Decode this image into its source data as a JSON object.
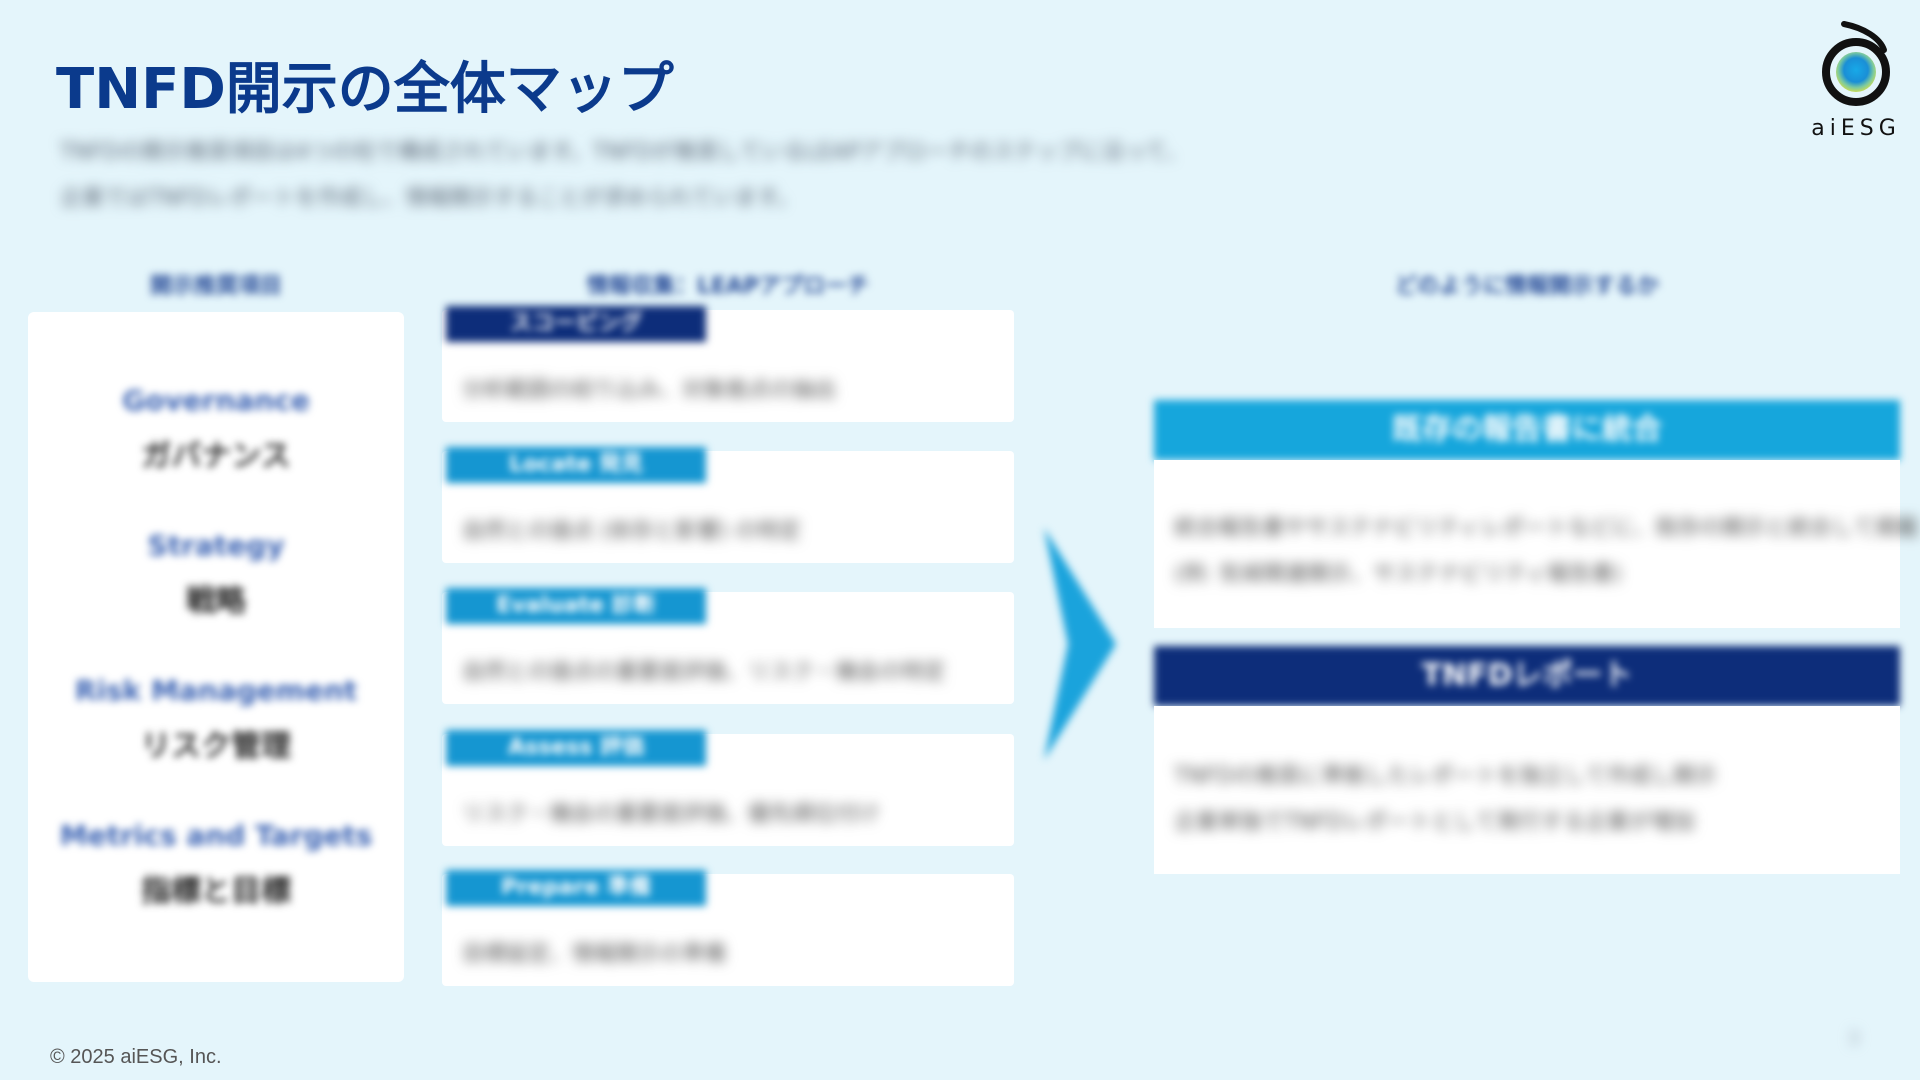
{
  "slide": {
    "title": "TNFD開示の全体マップ",
    "subtitle_lines": [
      "TNFDの開示推奨項目は4つの柱で構成されています。TNFDが推奨しているLEAPアプローチのステップに沿って、",
      "企業ではTNFDレポートを作成し、情報開示することが求められています。"
    ]
  },
  "logo": {
    "text": "aiESG",
    "icon": "aiesg-logo-icon"
  },
  "columns": {
    "left_header": "開示推奨項目",
    "middle_header": "情報収集：LEAPアプローチ",
    "right_header": "どのように情報開示するか"
  },
  "pillars": [
    {
      "en": "Governance",
      "jp": "ガバナンス"
    },
    {
      "en": "Strategy",
      "jp": "戦略"
    },
    {
      "en": "Risk Management",
      "jp": "リスク管理"
    },
    {
      "en": "Metrics and Targets",
      "jp": "指標と目標"
    }
  ],
  "steps": [
    {
      "tag": "スコーピング",
      "desc": "分析範囲の絞り込み、対象拠点の抽出",
      "color": "#0d2d7a"
    },
    {
      "tag": "Locate 発見",
      "desc": "自然との接点 (依存と影響) の特定",
      "color": "#1596d1"
    },
    {
      "tag": "Evaluate 診断",
      "desc": "自然との接点の重要度評価、リスク・機会の特定",
      "color": "#1596d1"
    },
    {
      "tag": "Assess 評価",
      "desc": "リスク・機会の重要度評価、優先順位付け",
      "color": "#1596d1"
    },
    {
      "tag": "Prepare 準備",
      "desc": "目標設定、情報開示の準備",
      "color": "#1596d1"
    }
  ],
  "outputs": [
    {
      "heading": "既存の報告書に統合",
      "color": "#16a6dc",
      "lines": [
        "統合報告書やサステナビリティレポートなどに、既存の開示と統合して掲載",
        "(例: 気候関連開示、サステナビリティ報告書)"
      ]
    },
    {
      "heading": "TNFDレポート",
      "color": "#0d2d7a",
      "lines": [
        "TNFDの推奨に準拠したレポートを独立して作成し開示",
        "企業単独でTNFDレポートとして発行する企業が増加"
      ]
    }
  ],
  "footer": {
    "copyright": "© 2025 aiESG, Inc.",
    "page_number": "3"
  },
  "colors": {
    "background": "#e4f5fb",
    "title": "#0b3a8c",
    "navy": "#0d2d7a",
    "cyan": "#16a6dc",
    "arrow": "#1aa3dc"
  }
}
